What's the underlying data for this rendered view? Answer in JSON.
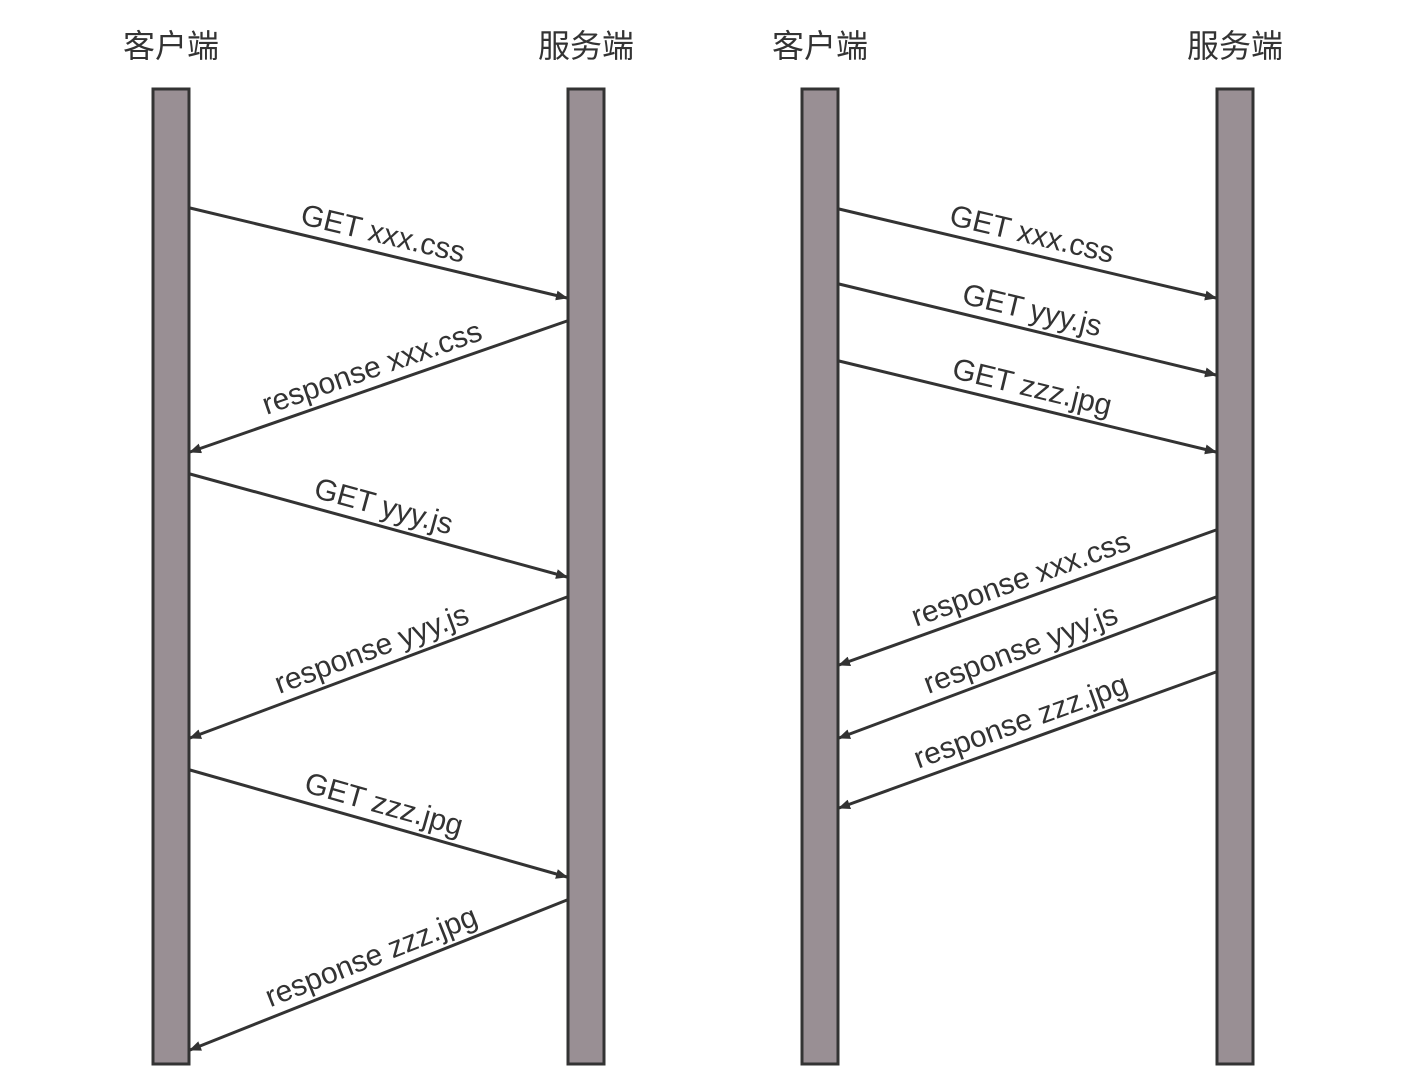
{
  "colors": {
    "lifeline_fill": "#998f94",
    "lifeline_stroke": "#333333",
    "arrow": "#333333",
    "text": "#333333"
  },
  "diagrams": [
    {
      "client_label": "客户端",
      "server_label": "服务端",
      "messages": [
        {
          "label": "GET xxx.css",
          "direction": "to-server"
        },
        {
          "label": "response xxx.css",
          "direction": "to-client"
        },
        {
          "label": "GET yyy.js",
          "direction": "to-server"
        },
        {
          "label": "response yyy.js",
          "direction": "to-client"
        },
        {
          "label": "GET zzz.jpg",
          "direction": "to-server"
        },
        {
          "label": "response zzz.jpg",
          "direction": "to-client"
        }
      ]
    },
    {
      "client_label": "客户端",
      "server_label": "服务端",
      "messages": [
        {
          "label": "GET xxx.css",
          "direction": "to-server"
        },
        {
          "label": "GET yyy.js",
          "direction": "to-server"
        },
        {
          "label": "GET zzz.jpg",
          "direction": "to-server"
        },
        {
          "label": "response xxx.css",
          "direction": "to-client"
        },
        {
          "label": "response yyy.js",
          "direction": "to-client"
        },
        {
          "label": "response zzz.jpg",
          "direction": "to-client"
        }
      ]
    }
  ]
}
